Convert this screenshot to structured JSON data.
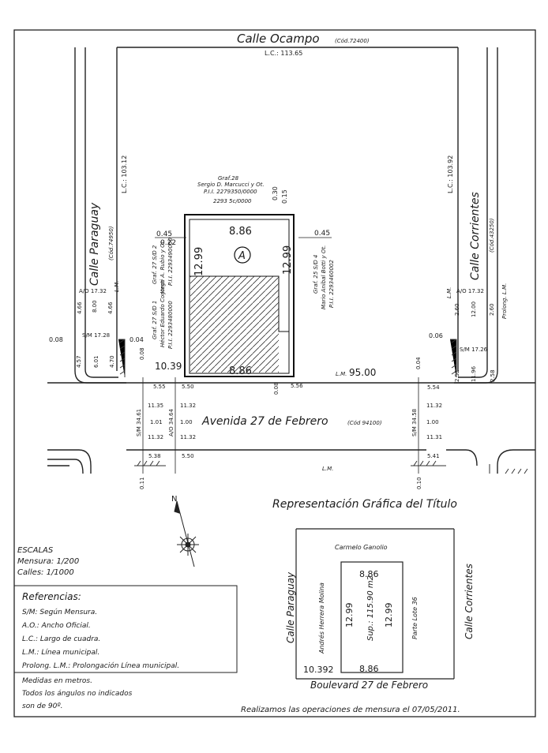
{
  "streets": {
    "ocampo": {
      "name": "Calle Ocampo",
      "code": "(Cód.72400)",
      "lc": "L.C.: 113.65"
    },
    "paraguay": {
      "name": "Calle Paraguay",
      "code": "(Cód.74950)",
      "lc": "L.C.: 103.12"
    },
    "corrientes": {
      "name": "Calle Corrientes",
      "code": "(Cód.43250)",
      "lc": "L.C.: 103.92"
    },
    "avenida": {
      "name": "Avenida 27 de Febrero",
      "code": "(Cód 94100)"
    }
  },
  "neighbors": {
    "top": {
      "graf": "Graf.28",
      "owner": "Sergio D. Marcucci y Ot.",
      "pii": "P.I.I. 2279350/0000",
      "pii_new": "2293 5c/0000"
    },
    "left_top": {
      "graf": "Graf. 27 S/D 2",
      "owner": "Jorge A. Rubio y Ot.",
      "pii": "P.I.I. 2293490000"
    },
    "left_bottom": {
      "graf": "Graf. 27 S/D 1",
      "owner": "Héctor Eduardo Contesti",
      "pii": "P.I.I. 2293480000"
    },
    "right": {
      "graf": "Graf. 25 S/D 4",
      "owner": "Mario Aníbal Botti y Ot.",
      "pii": "P.I.I. 2293460002"
    }
  },
  "lot": {
    "label": "A",
    "top": "8.86",
    "bottom": "8.86",
    "left": "12.99",
    "right": "12.99",
    "dist_left": "10.39",
    "dist_right": "95.00",
    "offset_top": "0.30",
    "offset_top2": "0.15",
    "offset_left": "0.45",
    "offset_left2": "0.22",
    "offset_right": "0.45"
  },
  "dims": {
    "ao_left": "A/O 17.32",
    "ao_right": "A/O 17.32",
    "lm_label": "L.M.",
    "lm_left": "L.M.",
    "lm_right": "L.M.",
    "lm_bottom": "L.M.",
    "sm_left": "S/M 17.28",
    "sm_right": "S/M 17.26",
    "prolong": "Prolong. L.M.",
    "l_466a": "4.66",
    "l_800": "8.00",
    "l_466b": "4.66",
    "r_260a": "2.60",
    "r_1200": "12.00",
    "r_260b": "2.60",
    "v_457": "4.57",
    "v_601": "6.01",
    "v_470": "4.70",
    "v_008": "0.08",
    "v_004": "0.04",
    "v_008b": "0.08",
    "r_004": "0.04",
    "r_006": "0.06",
    "r_252": "2.52",
    "r_1196": "11.96",
    "r_258": "2.58",
    "b_555": "5.55",
    "b_550": "5.50",
    "b_008": "0.08",
    "b_556": "5.56",
    "b_554": "5.54",
    "sm_ave_l": "S/M 34.61",
    "ao_ave": "A/O 34.64",
    "sm_ave_r": "S/M 34.58",
    "c_1135": "11.35",
    "c_1132a": "11.32",
    "c_101": "1.01",
    "c_100a": "1.00",
    "c_1132b": "11.32",
    "c_1132c": "11.32",
    "c_1132d": "11.32",
    "c_100b": "1.00",
    "c_1131": "11.31",
    "c_538": "5.38",
    "c_550b": "5.50",
    "c_541": "5.41",
    "c_011": "0.11",
    "c_010": "0.10"
  },
  "north": "N",
  "scales": {
    "title": "ESCALAS",
    "mensura": "Mensura: 1/200",
    "calles": "Calles: 1/1000"
  },
  "references": {
    "title": "Referencias:",
    "items": [
      "S/M: Según Mensura.",
      "A.O.: Ancho Oficial.",
      "L.C.: Largo de cuadra.",
      "L.M.: Línea municipal.",
      "Prolong. L.M.: Prolongación Línea municipal."
    ],
    "notes": [
      "Medidas en metros.",
      "Todos los ángulos no indicados",
      "son de 90º."
    ]
  },
  "title_rep": {
    "title": "Representación Gráfica del Título",
    "top_owner": "Carmelo Ganolio",
    "left_owner": "Andrés Herrera Molina",
    "right_part": "Parte Lote 36",
    "street_left": "Calle Paraguay",
    "street_right": "Calle Corrientes",
    "street_bottom": "Boulevard 27 de Febrero",
    "top": "8.86",
    "bottom": "8.86",
    "left": "12.99",
    "right": "12.99",
    "sup": "Sup.: 115.90 m2",
    "dist": "10.392"
  },
  "footer": "Realizamos las operaciones de mensura el 07/05/2011."
}
